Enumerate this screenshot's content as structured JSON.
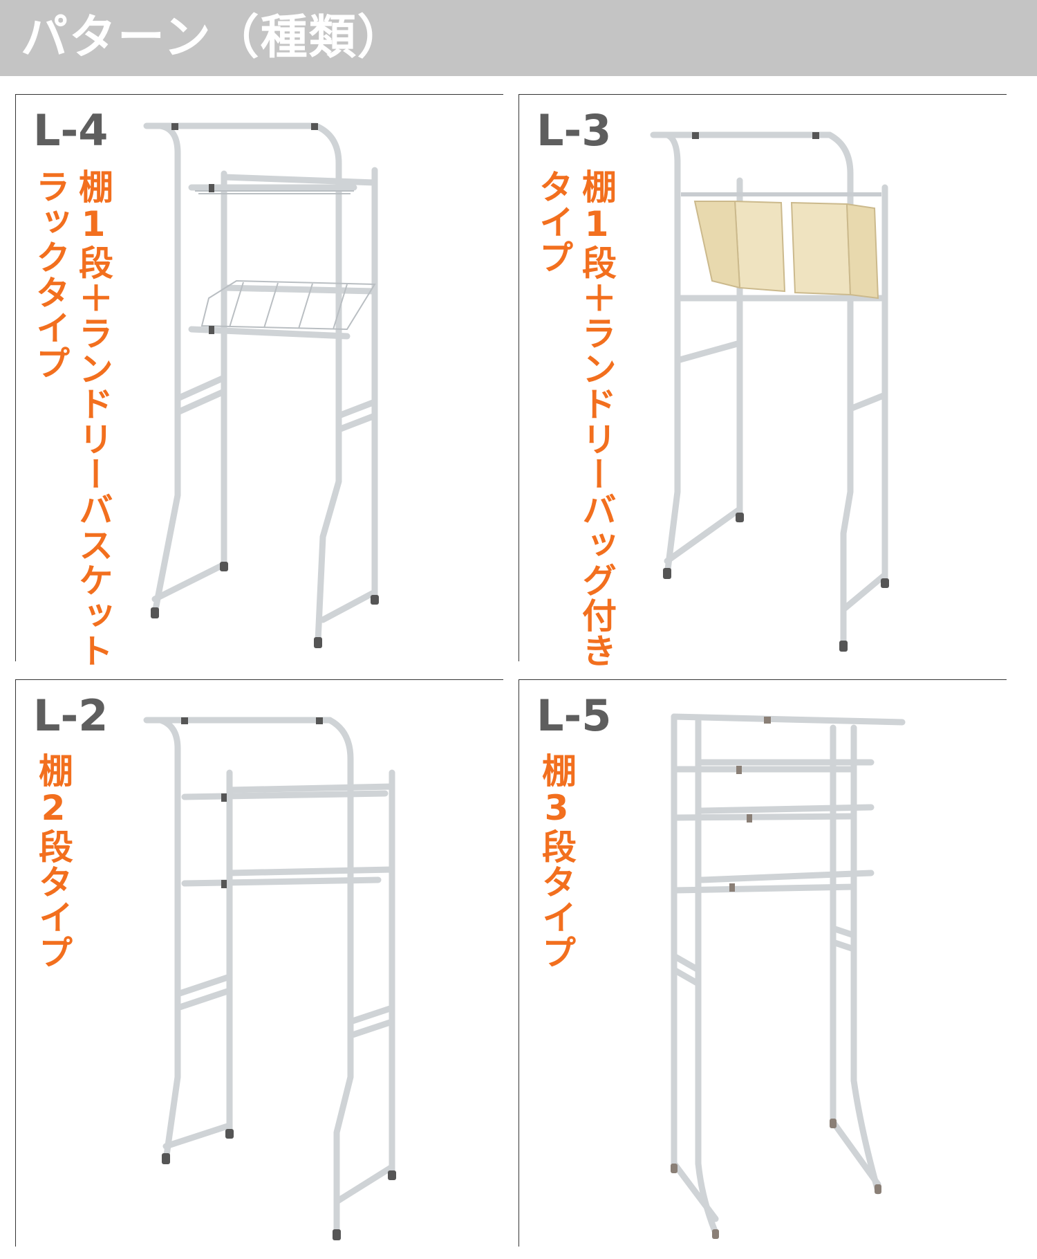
{
  "header": {
    "title": "パターン（種類）",
    "background": "#c4c4c4"
  },
  "accent_color": "#f26f1e",
  "code_color": "#5e5e5e",
  "panels": [
    {
      "code": "L-4",
      "lines": [
        "棚1段＋ランドリーバスケット",
        "ラックタイプ"
      ],
      "product": "rack-with-wire-basket"
    },
    {
      "code": "L-3",
      "lines": [
        "棚1段＋ランドリーバッグ付き",
        "タイプ"
      ],
      "product": "rack-with-laundry-bags"
    },
    {
      "code": "L-2",
      "lines": [
        "棚2段タイプ"
      ],
      "product": "rack-two-shelves"
    },
    {
      "code": "L-5",
      "lines": [
        "棚3段タイプ"
      ],
      "product": "rack-three-shelves"
    }
  ]
}
